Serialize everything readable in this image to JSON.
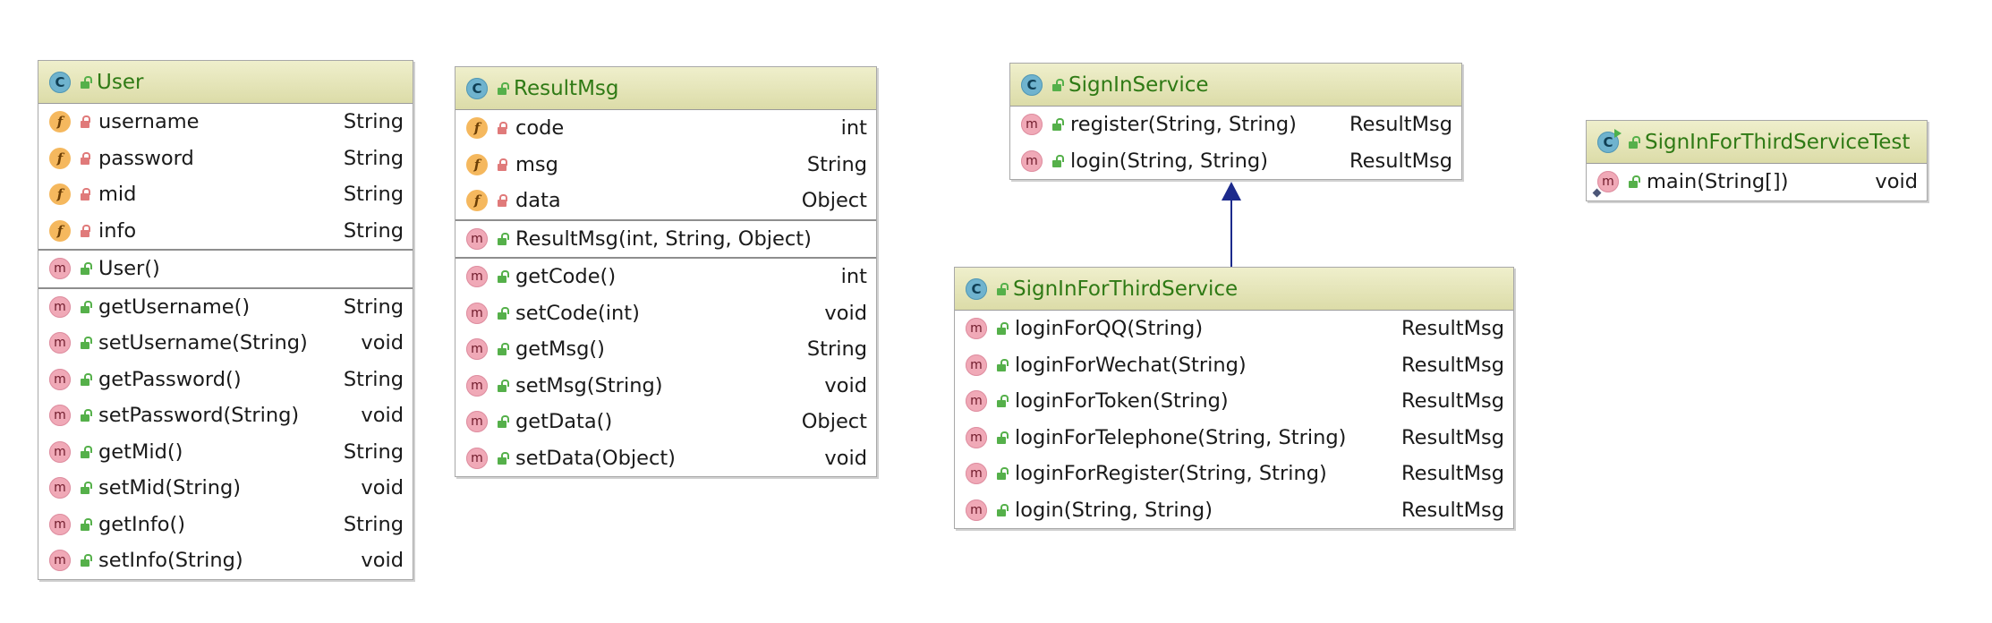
{
  "classes": [
    {
      "name": "User",
      "icon": "class-icon",
      "fields": [
        {
          "name": "username",
          "type": "String"
        },
        {
          "name": "password",
          "type": "String"
        },
        {
          "name": "mid",
          "type": "String"
        },
        {
          "name": "info",
          "type": "String"
        }
      ],
      "constructors": [
        {
          "name": "User()",
          "type": ""
        }
      ],
      "methods": [
        {
          "name": "getUsername()",
          "type": "String"
        },
        {
          "name": "setUsername(String)",
          "type": "void"
        },
        {
          "name": "getPassword()",
          "type": "String"
        },
        {
          "name": "setPassword(String)",
          "type": "void"
        },
        {
          "name": "getMid()",
          "type": "String"
        },
        {
          "name": "setMid(String)",
          "type": "void"
        },
        {
          "name": "getInfo()",
          "type": "String"
        },
        {
          "name": "setInfo(String)",
          "type": "void"
        }
      ]
    },
    {
      "name": "ResultMsg",
      "icon": "class-icon",
      "fields": [
        {
          "name": "code",
          "type": "int"
        },
        {
          "name": "msg",
          "type": "String"
        },
        {
          "name": "data",
          "type": "Object"
        }
      ],
      "constructors": [
        {
          "name": "ResultMsg(int, String, Object)",
          "type": ""
        }
      ],
      "methods": [
        {
          "name": "getCode()",
          "type": "int"
        },
        {
          "name": "setCode(int)",
          "type": "void"
        },
        {
          "name": "getMsg()",
          "type": "String"
        },
        {
          "name": "setMsg(String)",
          "type": "void"
        },
        {
          "name": "getData()",
          "type": "Object"
        },
        {
          "name": "setData(Object)",
          "type": "void"
        }
      ]
    },
    {
      "name": "SignInService",
      "icon": "class-icon",
      "fields": [],
      "constructors": [],
      "methods": [
        {
          "name": "register(String, String)",
          "type": "ResultMsg"
        },
        {
          "name": "login(String, String)",
          "type": "ResultMsg"
        }
      ]
    },
    {
      "name": "SignInForThirdService",
      "icon": "class-icon",
      "fields": [],
      "constructors": [],
      "methods": [
        {
          "name": "loginForQQ(String)",
          "type": "ResultMsg"
        },
        {
          "name": "loginForWechat(String)",
          "type": "ResultMsg"
        },
        {
          "name": "loginForToken(String)",
          "type": "ResultMsg"
        },
        {
          "name": "loginForTelephone(String, String)",
          "type": "ResultMsg"
        },
        {
          "name": "loginForRegister(String, String)",
          "type": "ResultMsg"
        },
        {
          "name": "login(String, String)",
          "type": "ResultMsg"
        }
      ]
    },
    {
      "name": "SignInForThirdServiceTest",
      "icon": "test-class-icon",
      "fields": [],
      "constructors": [],
      "methods": [
        {
          "name": "main(String[])",
          "type": "void"
        }
      ]
    }
  ],
  "relations": [
    {
      "from": "SignInForThirdService",
      "to": "SignInService",
      "kind": "extends",
      "color": "#1c2a8c"
    }
  ],
  "colors": {
    "header_top": "#efefcc",
    "header_bottom": "#dcdca8",
    "class_name": "#2f7a15",
    "field_icon": "#f5b85e",
    "method_icon": "#f0a9b7",
    "class_icon": "#6fb3ce",
    "arrow": "#1c2a8c"
  }
}
